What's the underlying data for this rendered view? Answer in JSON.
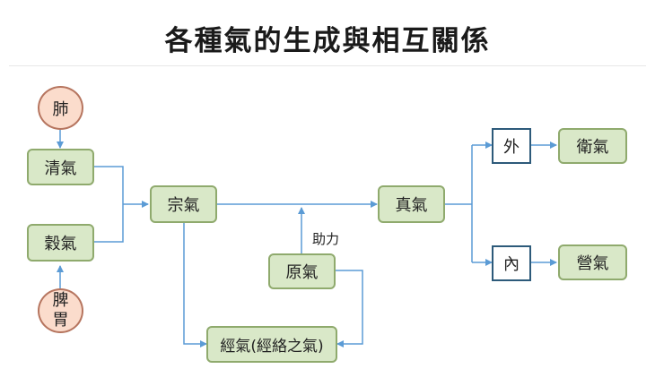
{
  "title": "各種氣的生成與相互關係",
  "nodes": {
    "lung": "肺",
    "spleen_stomach": [
      "脾",
      "胃"
    ],
    "clear_qi": "清氣",
    "grain_qi": "穀氣",
    "ancestral_qi": "宗氣",
    "original_qi": "原氣",
    "meridian_qi": "經氣(經絡之氣)",
    "true_qi": "真氣",
    "outer": "外",
    "inner": "內",
    "defensive_qi": "衛氣",
    "nutritive_qi": "營氣"
  },
  "edge_labels": {
    "assist": "助力"
  },
  "colors": {
    "box_fill": "#d9e8c8",
    "box_border": "#8faa6d",
    "organ_fill": "#fbdccc",
    "organ_border": "#b6755f",
    "connector": "#5b9bd5"
  }
}
